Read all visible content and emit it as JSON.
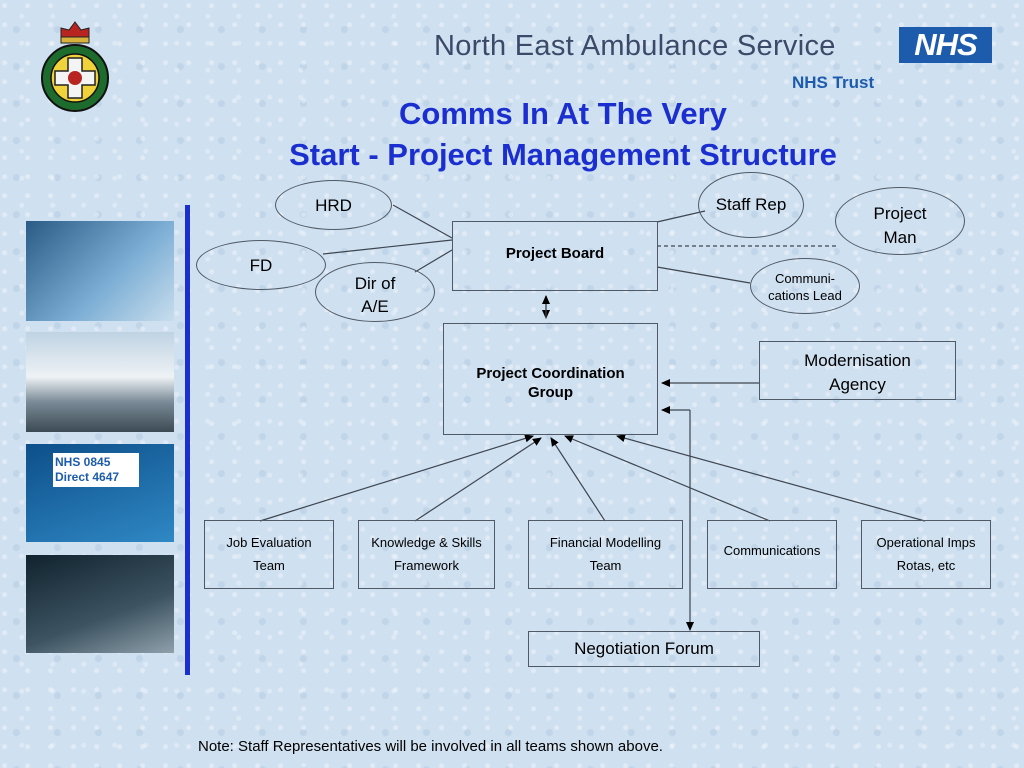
{
  "header": {
    "org_name": "North East Ambulance Service",
    "nhs_logo": "NHS",
    "trust": "NHS Trust",
    "crest_icon": "ambulance-service-crest"
  },
  "title": {
    "line1": "Comms In At The Very",
    "line2": "Start - Project Management Structure"
  },
  "photos": {
    "nhs_direct_line1": "NHS 0845",
    "nhs_direct_line2": "Direct 4647"
  },
  "diagram": {
    "project_board": "Project Board",
    "coordination_group_line1": "Project Coordination",
    "coordination_group_line2": "Group",
    "hrd": "HRD",
    "fd": "FD",
    "dir_line1": "Dir of",
    "dir_line2": "A/E",
    "staff_rep": "Staff Rep",
    "project_man_line1": "Project",
    "project_man_line2": "Man",
    "comms_lead_line1": "Communi-",
    "comms_lead_line2": "cations Lead",
    "modernisation_line1": "Modernisation",
    "modernisation_line2": "Agency",
    "teams": [
      {
        "line1": "Job Evaluation",
        "line2": "Team"
      },
      {
        "line1": "Knowledge & Skills",
        "line2": "Framework"
      },
      {
        "line1": "Financial Modelling",
        "line2": "Team"
      },
      {
        "line1": "Communications",
        "line2": ""
      },
      {
        "line1": "Operational Imps",
        "line2": "Rotas, etc"
      }
    ],
    "negotiation_forum": "Negotiation Forum"
  },
  "note": "Note:  Staff Representatives will be involved in all teams shown above.",
  "colors": {
    "title": "#1b2fd0",
    "nhs_blue": "#1d5cad",
    "background": "#cfe0f0"
  }
}
